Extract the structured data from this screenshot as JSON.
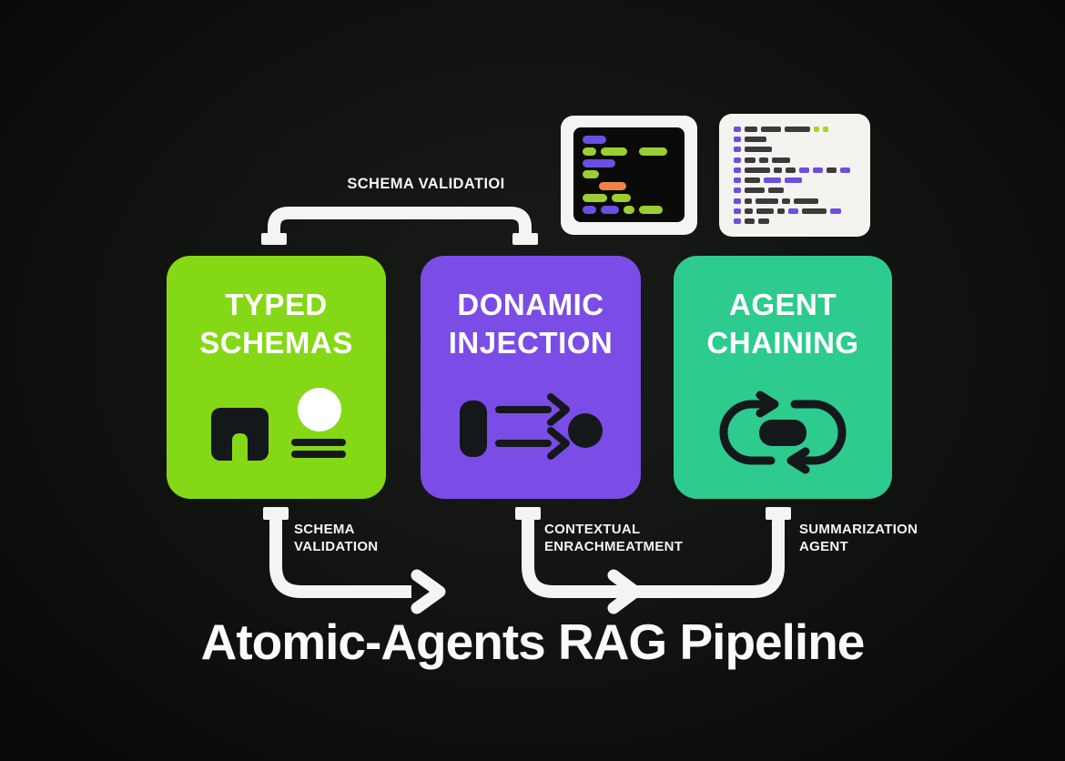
{
  "footer": {
    "title": "Atomic-Agents RAG Pipeline"
  },
  "top_connector": {
    "label": "SCHEMA VALIDATIOI"
  },
  "colors": {
    "box_green": "#85d816",
    "box_purple": "#7b4de6",
    "box_teal": "#2ecb8f",
    "icon_dark": "#15181a",
    "arrow_white": "#f4f4f2",
    "panel_dark_bg": "#0a0b08",
    "panel_light_bg": "#f4f3f0",
    "code_purple": "#6a4fe0",
    "code_green": "#9ccd33",
    "code_orange": "#ef8347",
    "code_dark": "#3b3b3b",
    "code_light_green": "#a9d424"
  },
  "stages": [
    {
      "name": "typed-schemas",
      "title_line1": "TYPED",
      "title_line2": "SCHEMAS",
      "caption_line1": "SCHEMA",
      "caption_line2": "VALIDATION"
    },
    {
      "name": "dynamic-injection",
      "title_line1": "DONAMIC",
      "title_line2": "INJECTION",
      "caption_line1": "CONTEXTUAL",
      "caption_line2": "ENRACHMEATMENT"
    },
    {
      "name": "agent-chaining",
      "title_line1": "AGENT",
      "title_line2": "CHAINING",
      "caption_line1": "SUMMARIZATION",
      "caption_line2": "AGENT"
    }
  ],
  "code_panels": {
    "dark": {
      "rows": [
        [
          [
            "p",
            26
          ]
        ],
        [
          [
            "g",
            15
          ],
          [
            "g",
            29
          ],
          [
            "g",
            31,
            8
          ]
        ],
        [
          [
            "p",
            36
          ]
        ],
        [
          [
            "g",
            18
          ]
        ],
        [
          [
            "o",
            30,
            18
          ]
        ],
        [
          [
            "g",
            27
          ],
          [
            "g",
            21
          ]
        ],
        [
          [
            "p",
            15
          ],
          [
            "p",
            20
          ],
          [
            "g",
            12
          ],
          [
            "g",
            26
          ]
        ]
      ]
    },
    "light": {
      "rows": [
        [
          [
            "p",
            8
          ],
          [
            "d",
            14
          ],
          [
            "d",
            22
          ],
          [
            "d",
            28
          ],
          [
            "G",
            6
          ],
          [
            "G",
            6
          ]
        ],
        [
          [
            "p",
            8
          ],
          [
            "d",
            24
          ]
        ],
        [
          [
            "p",
            8
          ],
          [
            "d",
            30
          ]
        ],
        [
          [
            "p",
            8
          ],
          [
            "d",
            12
          ],
          [
            "d",
            10
          ],
          [
            "d",
            20
          ]
        ],
        [
          [
            "p",
            8
          ],
          [
            "d",
            28
          ],
          [
            "d",
            9
          ],
          [
            "d",
            11
          ],
          [
            "p",
            11
          ],
          [
            "p",
            11
          ],
          [
            "d",
            11
          ],
          [
            "p",
            11
          ]
        ],
        [
          [
            "p",
            8
          ],
          [
            "d",
            17
          ],
          [
            "p",
            19
          ],
          [
            "p",
            19
          ]
        ],
        [
          [
            "p",
            8
          ],
          [
            "d",
            22
          ],
          [
            "d",
            17
          ]
        ],
        [
          [
            "p",
            8
          ],
          [
            "d",
            8
          ],
          [
            "d",
            25
          ],
          [
            "d",
            9
          ],
          [
            "d",
            27
          ]
        ],
        [
          [
            "p",
            8
          ],
          [
            "d",
            9
          ],
          [
            "d",
            19
          ],
          [
            "d",
            8
          ],
          [
            "p",
            11
          ],
          [
            "d",
            27
          ],
          [
            "p",
            12
          ]
        ],
        [
          [
            "p",
            8
          ],
          [
            "d",
            11
          ],
          [
            "d",
            12
          ]
        ]
      ]
    }
  }
}
